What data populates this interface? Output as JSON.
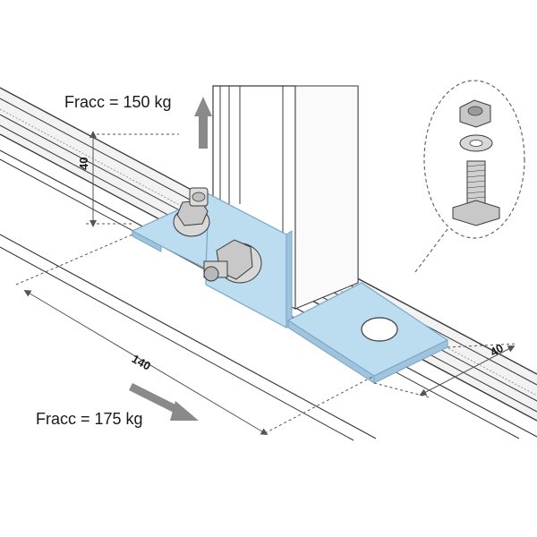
{
  "labels": {
    "force_top": "Fracc = 150 kg",
    "force_bottom": "Fracc = 175 kg"
  },
  "dimensions": {
    "height": "40",
    "length": "140",
    "width": "40"
  },
  "colors": {
    "bracket_fill": "#bcdcf0",
    "bracket_edge": "#7aa6c4",
    "rail_line": "#3a3a3a",
    "rail_shade": "#d9d9d9",
    "arrow": "#8a8a8a",
    "nut": "#c8c8c8",
    "dimension_line": "#555555"
  },
  "icons": {
    "force_arrow_up": "arrow-up-icon",
    "force_arrow_right": "arrow-right-icon",
    "fastener_detail": "bolt-nut-washer-icon"
  }
}
